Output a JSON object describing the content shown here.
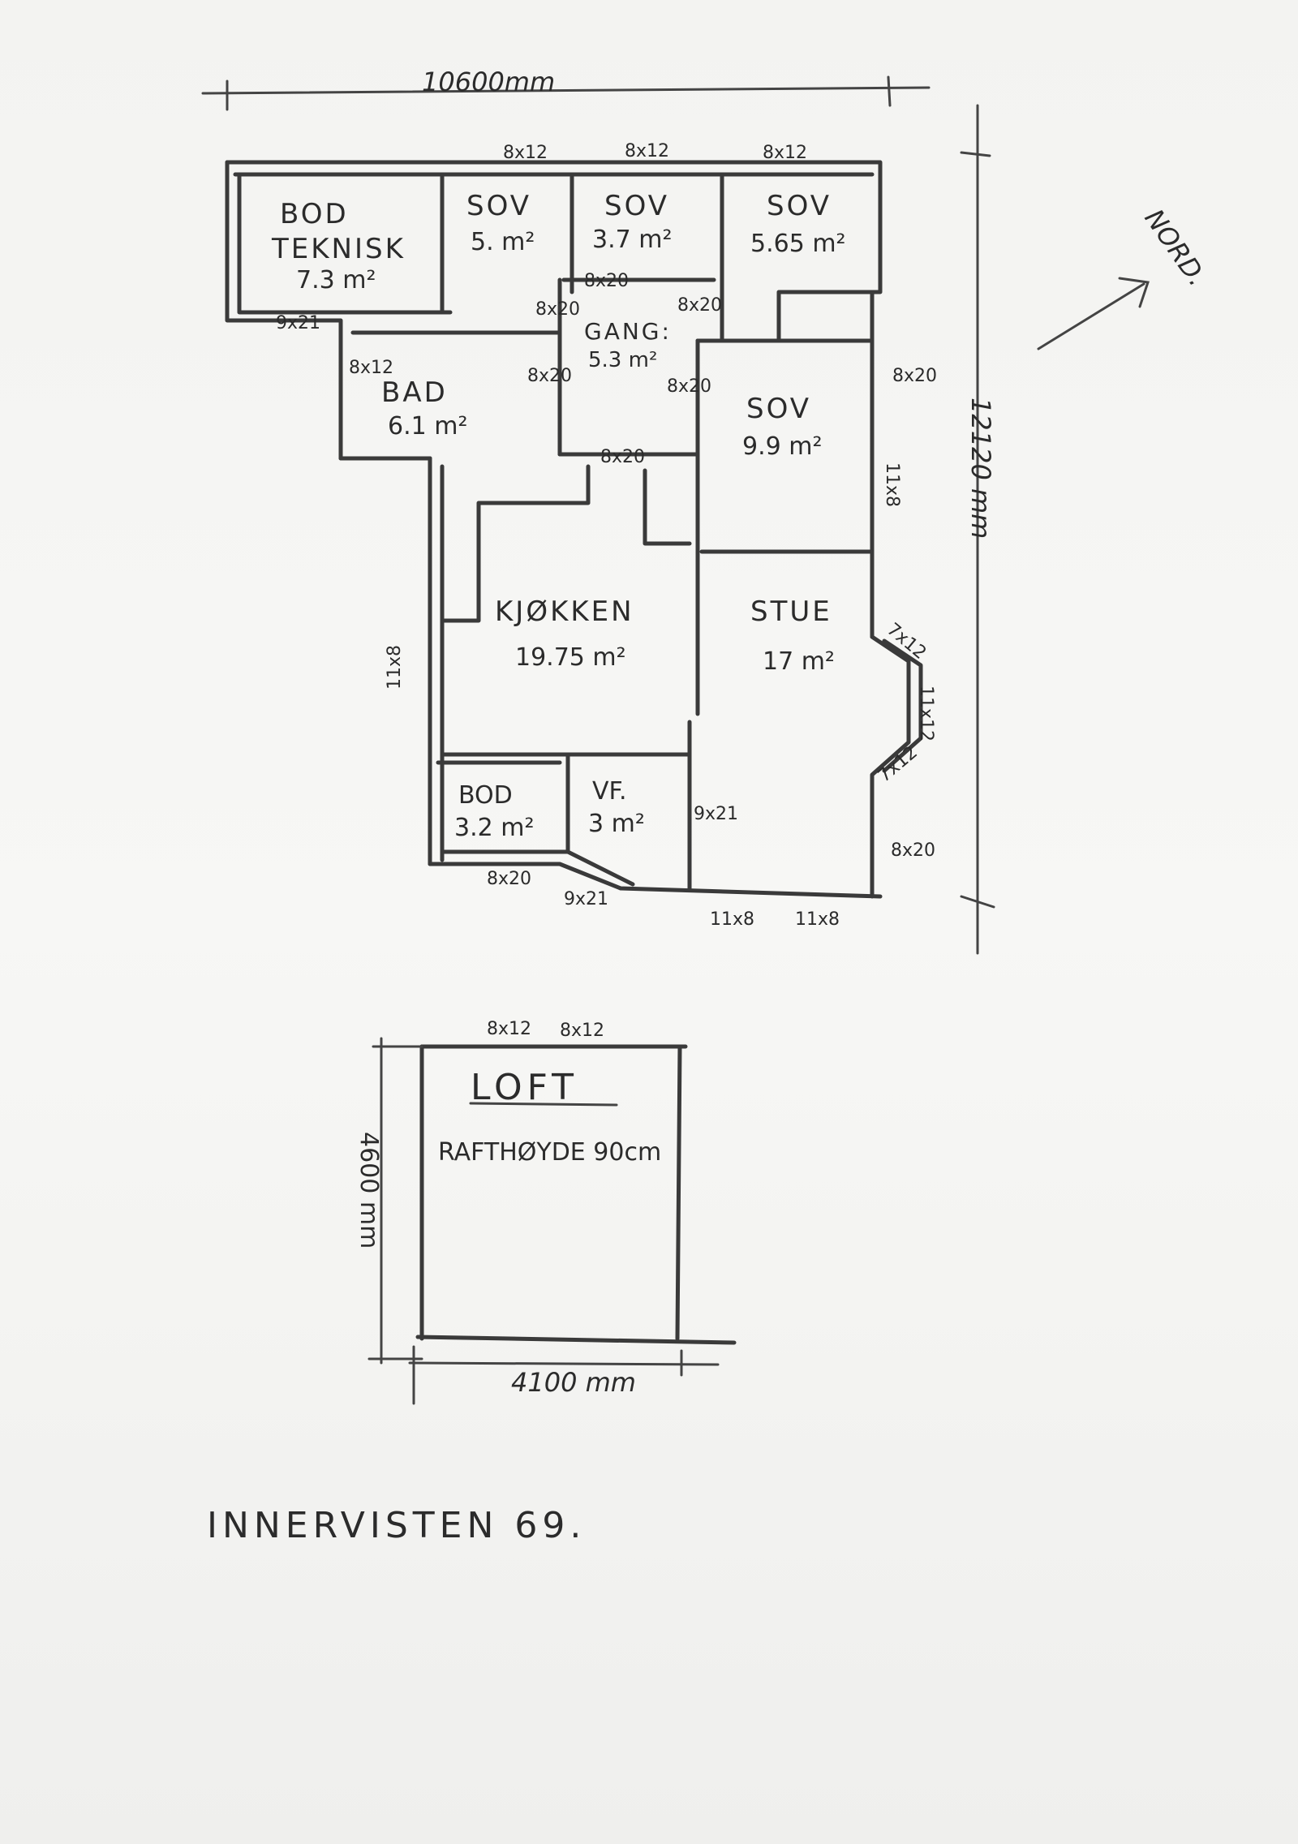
{
  "plan": {
    "width_dim": "10600mm",
    "height_dim": "12120 mm",
    "north": "NORD.",
    "rooms": {
      "bod_teknisk": {
        "name1": "BOD",
        "name2": "TEKNISK",
        "area": "7.3 m²"
      },
      "sov1": {
        "name": "SOV",
        "area": "5. m²"
      },
      "sov2": {
        "name": "SOV",
        "area": "3.7 m²"
      },
      "sov3": {
        "name": "SOV",
        "area": "5.65 m²"
      },
      "gang": {
        "name": "GANG:",
        "area": "5.3 m²"
      },
      "bad": {
        "name": "BAD",
        "area": "6.1 m²"
      },
      "sov4": {
        "name": "SOV",
        "area": "9.9 m²"
      },
      "kjokken": {
        "name": "KJØKKEN",
        "area": "19.75 m²"
      },
      "stue": {
        "name": "STUE",
        "area": "17 m²"
      },
      "bod_small": {
        "name": "BOD",
        "area": "3.2 m²"
      },
      "vf": {
        "name": "VF.",
        "area": "3 m²"
      }
    },
    "openings": {
      "top1": "8x12",
      "top2": "8x12",
      "top3": "8x12",
      "sov2_door": "8x20",
      "gang_door_left": "8x20",
      "gang_door_right": "8x20",
      "bod_door": "9x21",
      "bad_window": "8x12",
      "bad_door": "8x20",
      "sov4_door": "8x20",
      "kjokken_door": "8x20",
      "sov4_window": "8x20",
      "sov4_side": "11x8",
      "kjokken_window": "11x8",
      "stue_bay1": "7x12",
      "stue_bay2": "11x12",
      "stue_bay3": "7x12",
      "stue_side": "8x20",
      "vf_door": "9x21",
      "bod_small_window": "8x20",
      "entry_door": "9x21",
      "bottom1": "11x8",
      "bottom2": "11x8"
    }
  },
  "loft": {
    "name": "LOFT",
    "note": "RAFTHØYDE 90cm",
    "window1": "8x12",
    "window2": "8x12",
    "width_dim": "4100 mm",
    "height_dim": "4600 mm"
  },
  "address": "INNERVISTEN 69."
}
